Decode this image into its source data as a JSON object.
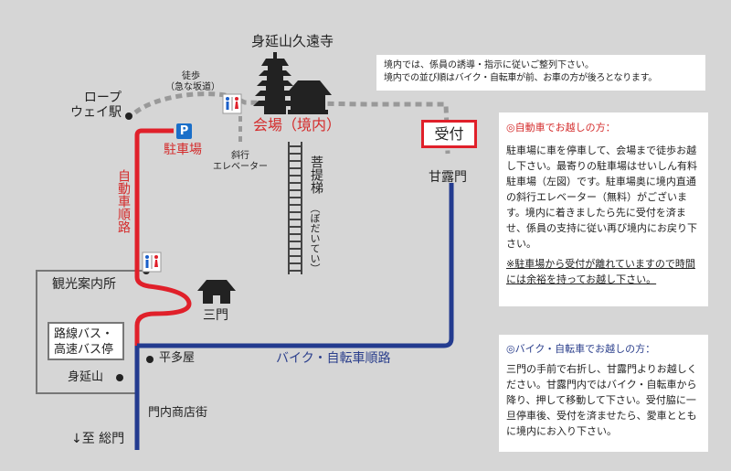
{
  "colors": {
    "background": "#d6d6d6",
    "car_route": "#e0202a",
    "bike_route": "#233b8f",
    "walk_path": "#999999",
    "heading_red": "#d42b2b",
    "heading_blue": "#2b3f8c",
    "parking_blue": "#1a6fc9",
    "toilet_red": "#e0202a",
    "toilet_blue": "#1a5fc9"
  },
  "map": {
    "temple": "身延山久遠寺",
    "venue": "会場（境内）",
    "reception": "受付",
    "kanro_gate": "甘露門",
    "ropeway_station": "ロープ\nウェイ駅",
    "walk_label": "徒歩\n（急な坂道）",
    "elevator": "斜行\nエレベーター",
    "parking": "駐車場",
    "parking_icon": "P",
    "car_route": "自動車順路",
    "bodhi_stairs": "菩提梯",
    "bodhi_reading": "（ぼだいてい）",
    "tourist_info": "観光案内所",
    "sanmon": "三門",
    "hiratako": "平多屋",
    "bike_route": "バイク・自転車順路",
    "bus_stop": "路線バス・\n高速バス停",
    "minobusan": "身延山",
    "monzen_street": "門内商店街",
    "to_somon": "↓至 総門"
  },
  "top_notice": {
    "line1": "境内では、係員の誘導・指示に従いご整列下さい。",
    "line2": "境内での並び順はバイク・自転車が前、お車の方が後ろとなります。"
  },
  "car_info": {
    "heading": "◎自動車でお越しの方：",
    "body": "駐車場に車を停車して、会場まで徒歩お越し下さい。最寄りの駐車場はせいしん有料駐車場（左図）です。駐車場奥に境内直通の斜行エレベーター（無料）がございます。境内に着きましたら先に受付を済ませ、係員の支持に従い再び境内にお戻り下さい。",
    "note": "※駐車場から受付が離れていますので時間には余裕を持ってお越し下さい。"
  },
  "bike_info": {
    "heading": "◎バイク・自転車でお越しの方：",
    "body": "三門の手前で右折し、甘露門よりお越しください。甘露門内ではバイク・自転車から降り、押して移動して下さい。受付脇に一旦停車後、受付を済ませたら、愛車とともに境内にお入り下さい。"
  }
}
